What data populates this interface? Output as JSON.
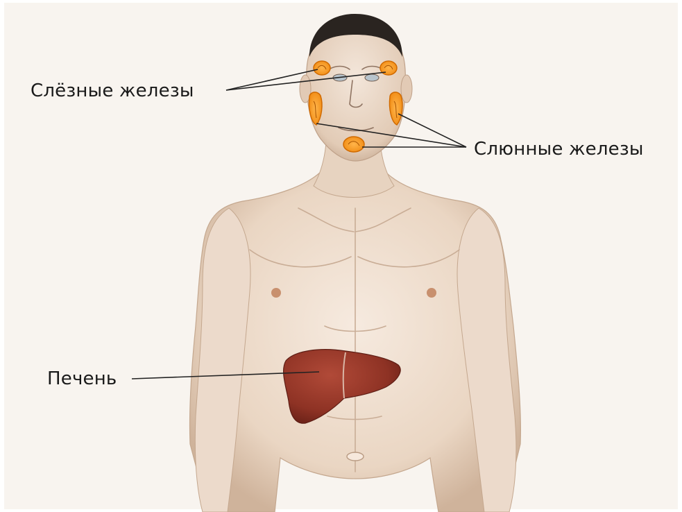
{
  "labels": {
    "tear_glands": "Слёзные железы",
    "salivary_glands": "Слюнные железы",
    "liver": "Печень"
  },
  "colors": {
    "background": "#f8f4ef",
    "skin_light": "#f3e5d6",
    "skin_mid": "#e8d2bd",
    "skin_shadow": "#c9ad95",
    "gland_fill": "#ff9a22",
    "gland_stroke": "#d06a00",
    "liver_fill": "#9b3a2c",
    "liver_dark": "#6e2419",
    "hair": "#2a2420",
    "leader_line": "#222222"
  },
  "icons": {
    "tear_gland": "gland-shape",
    "salivary_gland": "gland-shape",
    "liver": "liver-organ"
  }
}
